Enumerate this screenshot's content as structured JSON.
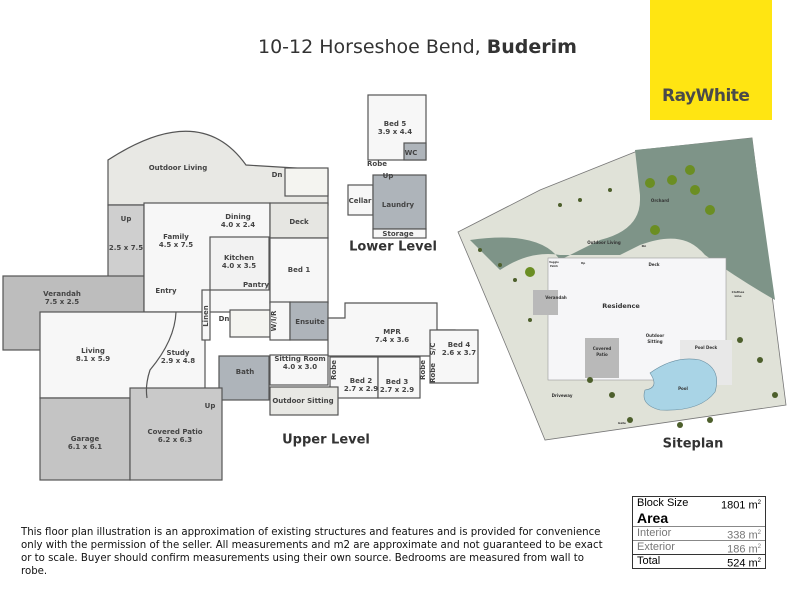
{
  "header": {
    "address": "10-12 Horseshoe Bend, ",
    "suburb": "Buderim"
  },
  "brand": {
    "name": "RayWhite",
    "color": "#ffe512"
  },
  "levels": {
    "lower": "Lower Level",
    "upper": "Upper Level",
    "site": "Siteplan"
  },
  "upper_rooms": {
    "outdoor_living": "Outdoor Living",
    "dn1": "Dn",
    "up1": "Up",
    "porch": "2.5 x 7.5",
    "family": {
      "name": "Family",
      "dims": "4.5 x 7.5"
    },
    "dining": {
      "name": "Dining",
      "dims": "4.0 x 2.4"
    },
    "deck": "Deck",
    "kitchen": {
      "name": "Kitchen",
      "dims": "4.0 x 3.5"
    },
    "pantry": "Pantry",
    "bed1": "Bed 1",
    "entry": "Entry",
    "verandah": {
      "name": "Verandah",
      "dims": "7.5 x 2.5"
    },
    "linen": "Linen",
    "dn2": "Dn",
    "wir": "W/I/R",
    "ensuite": "Ensuite",
    "mpr": {
      "name": "MPR",
      "dims": "7.4 x 3.6"
    },
    "sc": "S/C",
    "bed4": {
      "name": "Bed 4",
      "dims": "2.6 x 3.7"
    },
    "living": {
      "name": "Living",
      "dims": "8.1 x 5.9"
    },
    "study": {
      "name": "Study",
      "dims": "2.9 x 4.8"
    },
    "bath": "Bath",
    "sitting": {
      "name": "Sitting Room",
      "dims": "4.0 x 3.0"
    },
    "robe1": "Robe",
    "robe2": "Robe",
    "robe3": "Robe",
    "bed2": {
      "name": "Bed 2",
      "dims": "2.7 x 2.9"
    },
    "bed3": {
      "name": "Bed 3",
      "dims": "2.7 x 2.9"
    },
    "up2": "Up",
    "outdoor_sitting": "Outdoor Sitting",
    "garage": {
      "name": "Garage",
      "dims": "6.1 x 6.1"
    },
    "patio": {
      "name": "Covered Patio",
      "dims": "6.2 x 6.3"
    }
  },
  "lower_rooms": {
    "bed5": {
      "name": "Bed 5",
      "dims": "3.9 x 4.4"
    },
    "wc": "WC",
    "robe": "Robe",
    "up": "Up",
    "cellar": "Cellar",
    "laundry": "Laundry",
    "storage": "Storage"
  },
  "site": {
    "orchard": "Orchard",
    "outdoor_living": "Outdoor Living",
    "deck": "Deck",
    "verandah": "Verandah",
    "residence": "Residence",
    "covered_patio_1": "Covered",
    "covered_patio_2": "Patio",
    "outdoor_sitting_1": "Outdoor",
    "outdoor_sitting_2": "Sitting",
    "pool_deck": "Pool Deck",
    "pool": "Pool",
    "driveway": "Driveway",
    "gate": "Gate",
    "dn": "Dn",
    "up": "Up",
    "clothes_line_1": "Clothes",
    "clothes_line_2": "Line",
    "veggie_1": "Veggie",
    "veggie_2": "Patch"
  },
  "disclaimer": "This floor plan illustration is an approximation of existing structures and features and is provided for convenience only with the permission of the seller. All measurements and m2 are approximate and not guaranteed to be exact or to scale. Buyer should confirm measurements using their own source. Bedrooms are measured from wall to robe.",
  "area_table": {
    "block_label": "Block Size",
    "block_value": "1801 m",
    "heading": "Area",
    "interior_label": "Interior",
    "interior_value": "338 m",
    "exterior_label": "Exterior",
    "exterior_value": "186 m",
    "total_label": "Total",
    "total_value": "524 m",
    "unit_sup": "2"
  }
}
